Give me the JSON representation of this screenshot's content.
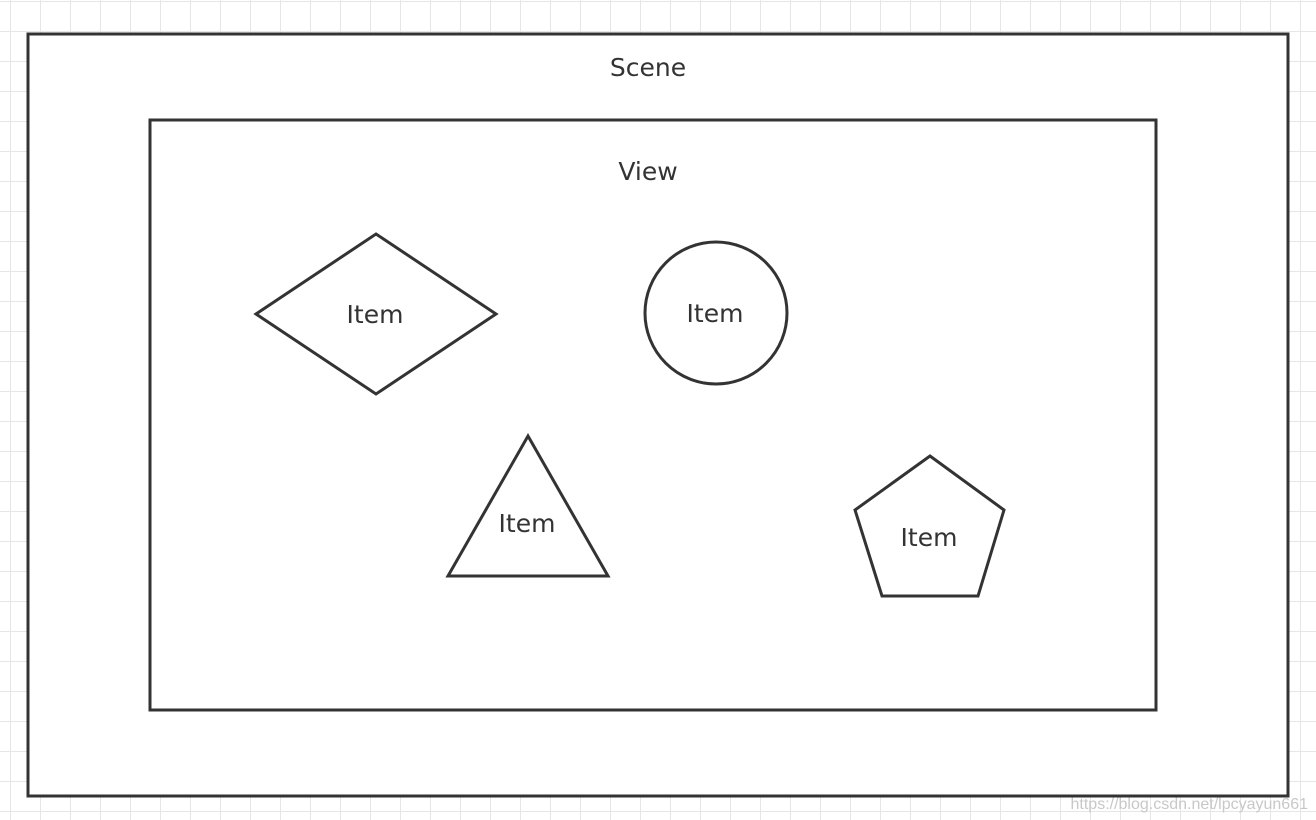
{
  "diagram": {
    "scene": {
      "label": "Scene"
    },
    "view": {
      "label": "View"
    },
    "items": [
      {
        "shape": "diamond",
        "label": "Item"
      },
      {
        "shape": "circle",
        "label": "Item"
      },
      {
        "shape": "triangle",
        "label": "Item"
      },
      {
        "shape": "pentagon",
        "label": "Item"
      }
    ]
  },
  "watermark": "https://blog.csdn.net/lpcyayun661",
  "colors": {
    "stroke": "#333333",
    "text": "#333333",
    "grid": "#e6e6e6",
    "background": "#ffffff"
  }
}
